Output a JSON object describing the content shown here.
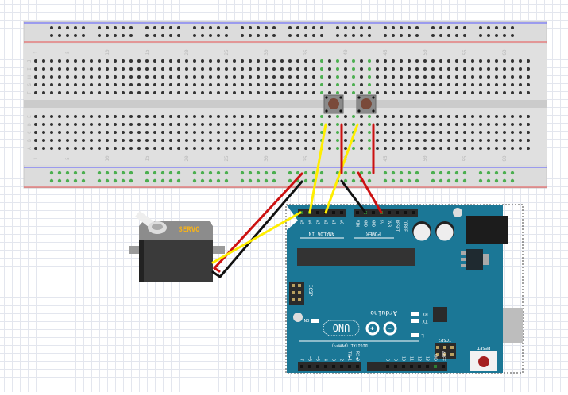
{
  "colors": {
    "breadboard": "#dcdcdc",
    "rail_blue": "#5a5aff",
    "rail_red": "#e85050",
    "hole": "#333333",
    "hole_connected": "#4caf50",
    "arduino_blue": "#1b7796",
    "wire_yellow": "#ffee00",
    "wire_red": "#cc1111",
    "wire_black": "#111111",
    "servo_label": "#f5b21b"
  },
  "breadboard": {
    "column_labels": [
      "1",
      "5",
      "10",
      "15",
      "20",
      "25",
      "30",
      "35",
      "40",
      "45",
      "50",
      "55",
      "60"
    ],
    "top_row_labels": [
      "J",
      "I",
      "H",
      "G",
      "F"
    ],
    "bottom_row_labels": [
      "E",
      "D",
      "C",
      "B",
      "A"
    ]
  },
  "servo": {
    "label": "SERVO"
  },
  "arduino": {
    "analog_label": "ANALOG IN",
    "analog_pins": [
      "A5",
      "A4",
      "A3",
      "A2",
      "A1",
      "A0"
    ],
    "power_label": "POWER",
    "power_pins": [
      "VIN",
      "GND",
      "GND",
      "5V",
      "3V3",
      "RESET",
      "IOREF",
      ""
    ],
    "icsp_label": "ICSP",
    "icsp2_label": "ICSP2",
    "on_label": "ON",
    "rx_label": "RX",
    "tx_label": "TX",
    "l_label": "L",
    "uno_label": "UNO",
    "brand": "Arduino",
    "digital_label": "DIGITAL (PWM=~)",
    "digital_pins_left": [
      "7",
      "~6",
      "~5",
      "4",
      "~3",
      "2",
      "TX▶1",
      "RX◀0"
    ],
    "digital_pins_right": [
      "AREF",
      "GND",
      "13",
      "12",
      "~11",
      "~10",
      "~9",
      "8"
    ],
    "reset_label": "RESET"
  }
}
